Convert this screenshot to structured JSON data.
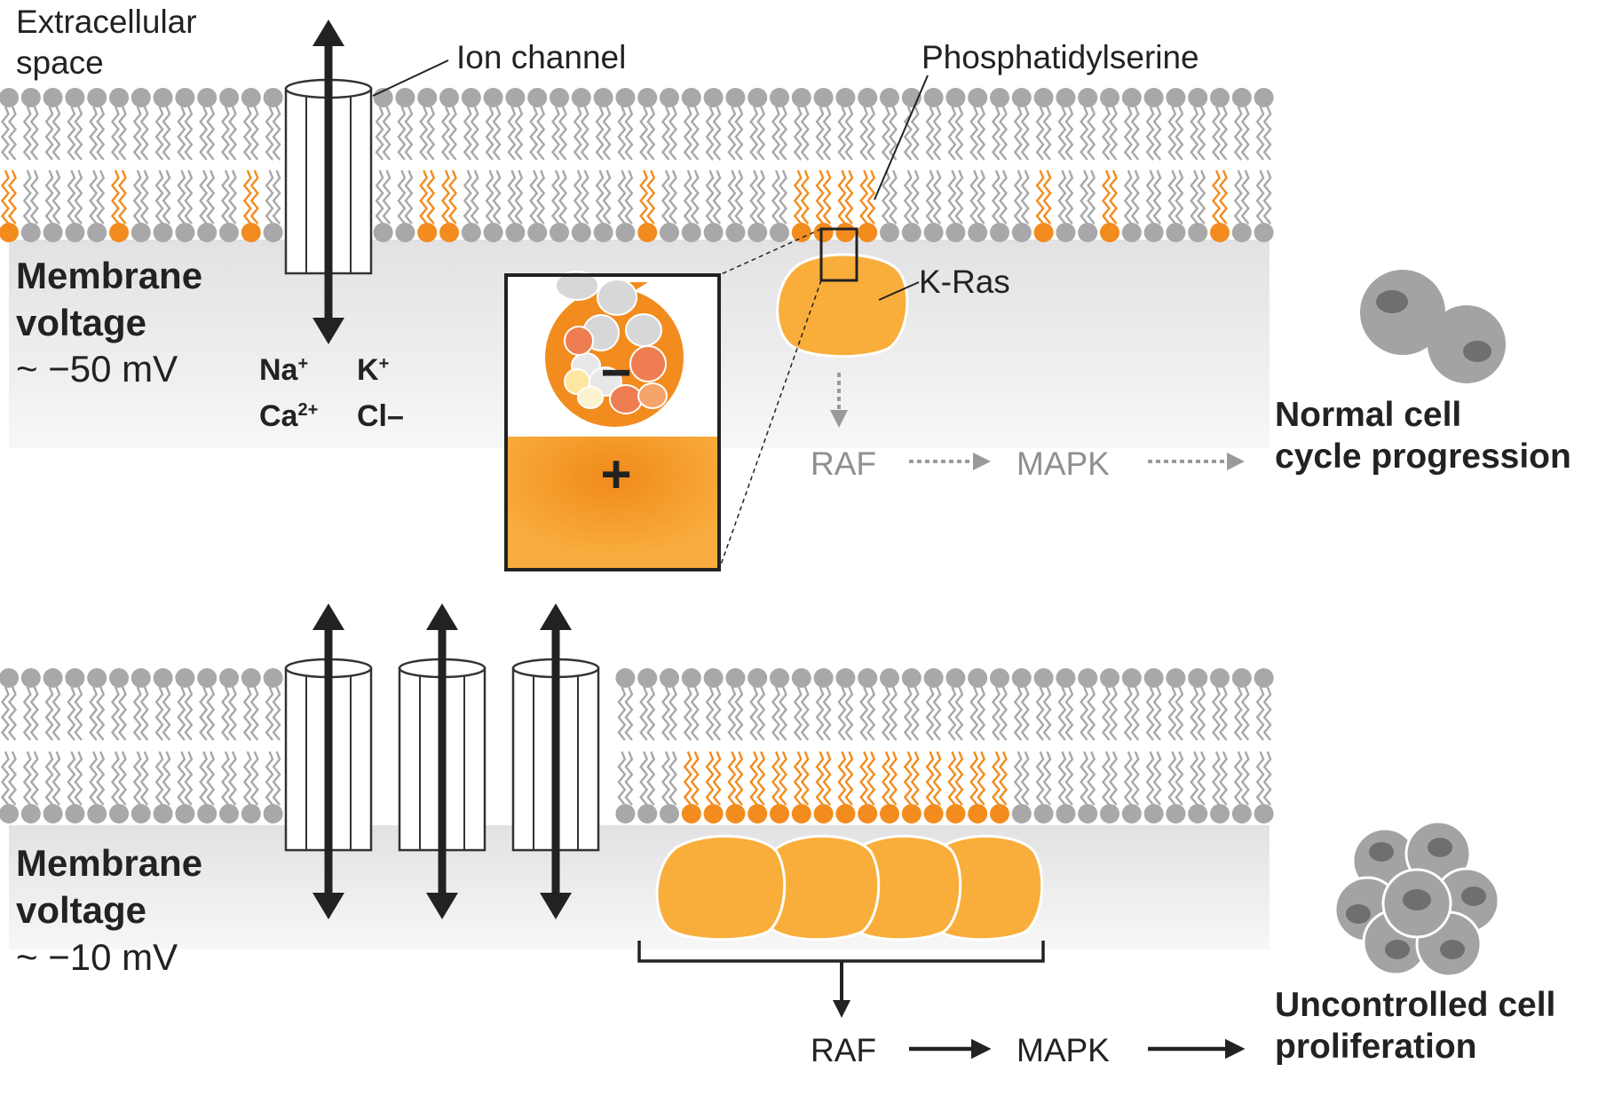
{
  "labels": {
    "extracellular_line1": "Extracellular",
    "extracellular_line2": "space",
    "ion_channel": "Ion channel",
    "phosphatidylserine": "Phosphatidylserine",
    "kras": "K-Ras",
    "minus": "−",
    "plus": "+"
  },
  "top_panel": {
    "voltage_line1": "Membrane",
    "voltage_line2": "voltage",
    "voltage_value": "~ −50 mV",
    "ions": {
      "na": "Na",
      "na_sup": "+",
      "k": "K",
      "k_sup": "+",
      "ca": "Ca",
      "ca_sup": "2+",
      "cl": "Cl–"
    },
    "raf": "RAF",
    "mapk": "MAPK",
    "outcome_line1": "Normal cell",
    "outcome_line2": "cycle progression"
  },
  "bottom_panel": {
    "voltage_line1": "Membrane",
    "voltage_line2": "voltage",
    "voltage_value": "~ −10 mV",
    "raf": "RAF",
    "mapk": "MAPK",
    "outcome_line1": "Uncontrolled cell",
    "outcome_line2": "proliferation"
  },
  "colors": {
    "lipid_gray": "#a8a8aa",
    "phosphatidylserine_orange": "#f28c1e",
    "kras_orange": "#f9ae3b",
    "cytoplasm_gray": "#e6e6e8",
    "arrow_dark": "#222222",
    "signal_gray": "#9a9a9a"
  }
}
